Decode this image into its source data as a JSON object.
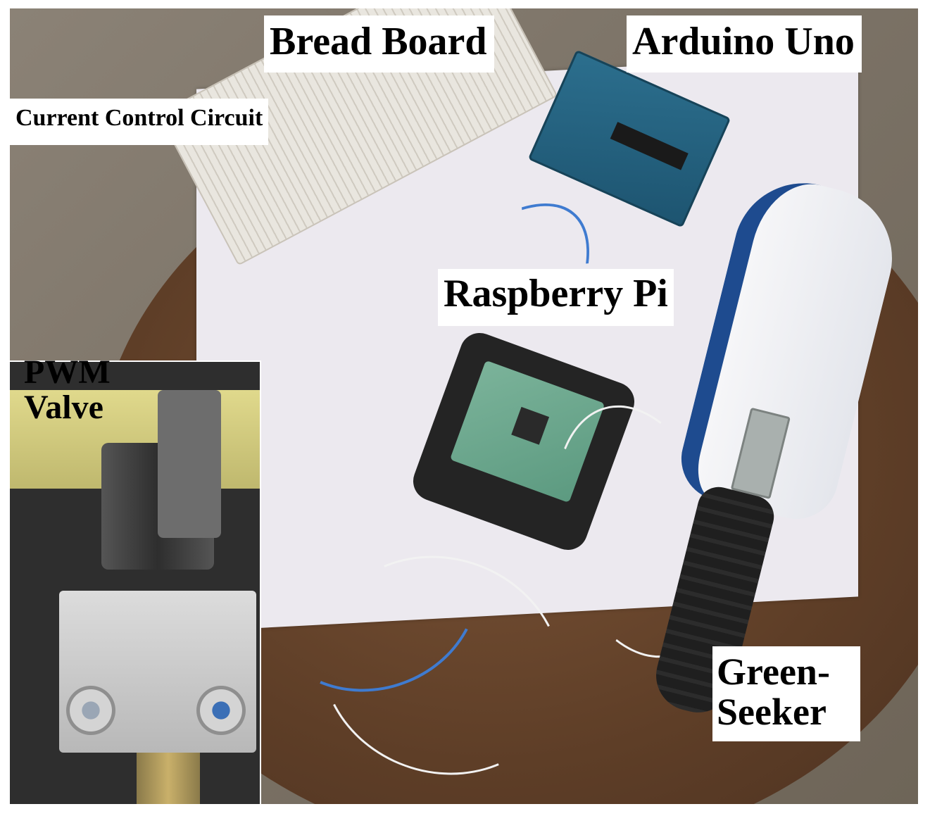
{
  "figure": {
    "labels": {
      "bread_board": "Bread Board",
      "arduino_uno": "Arduino Uno",
      "current_control_circuit": "Current Control Circuit",
      "raspberry_pi": "Raspberry Pi",
      "pwm_line1": "PWM",
      "pwm_line2": "Valve",
      "greenseeker_line1": "Green-",
      "greenseeker_line2": "Seeker"
    }
  }
}
